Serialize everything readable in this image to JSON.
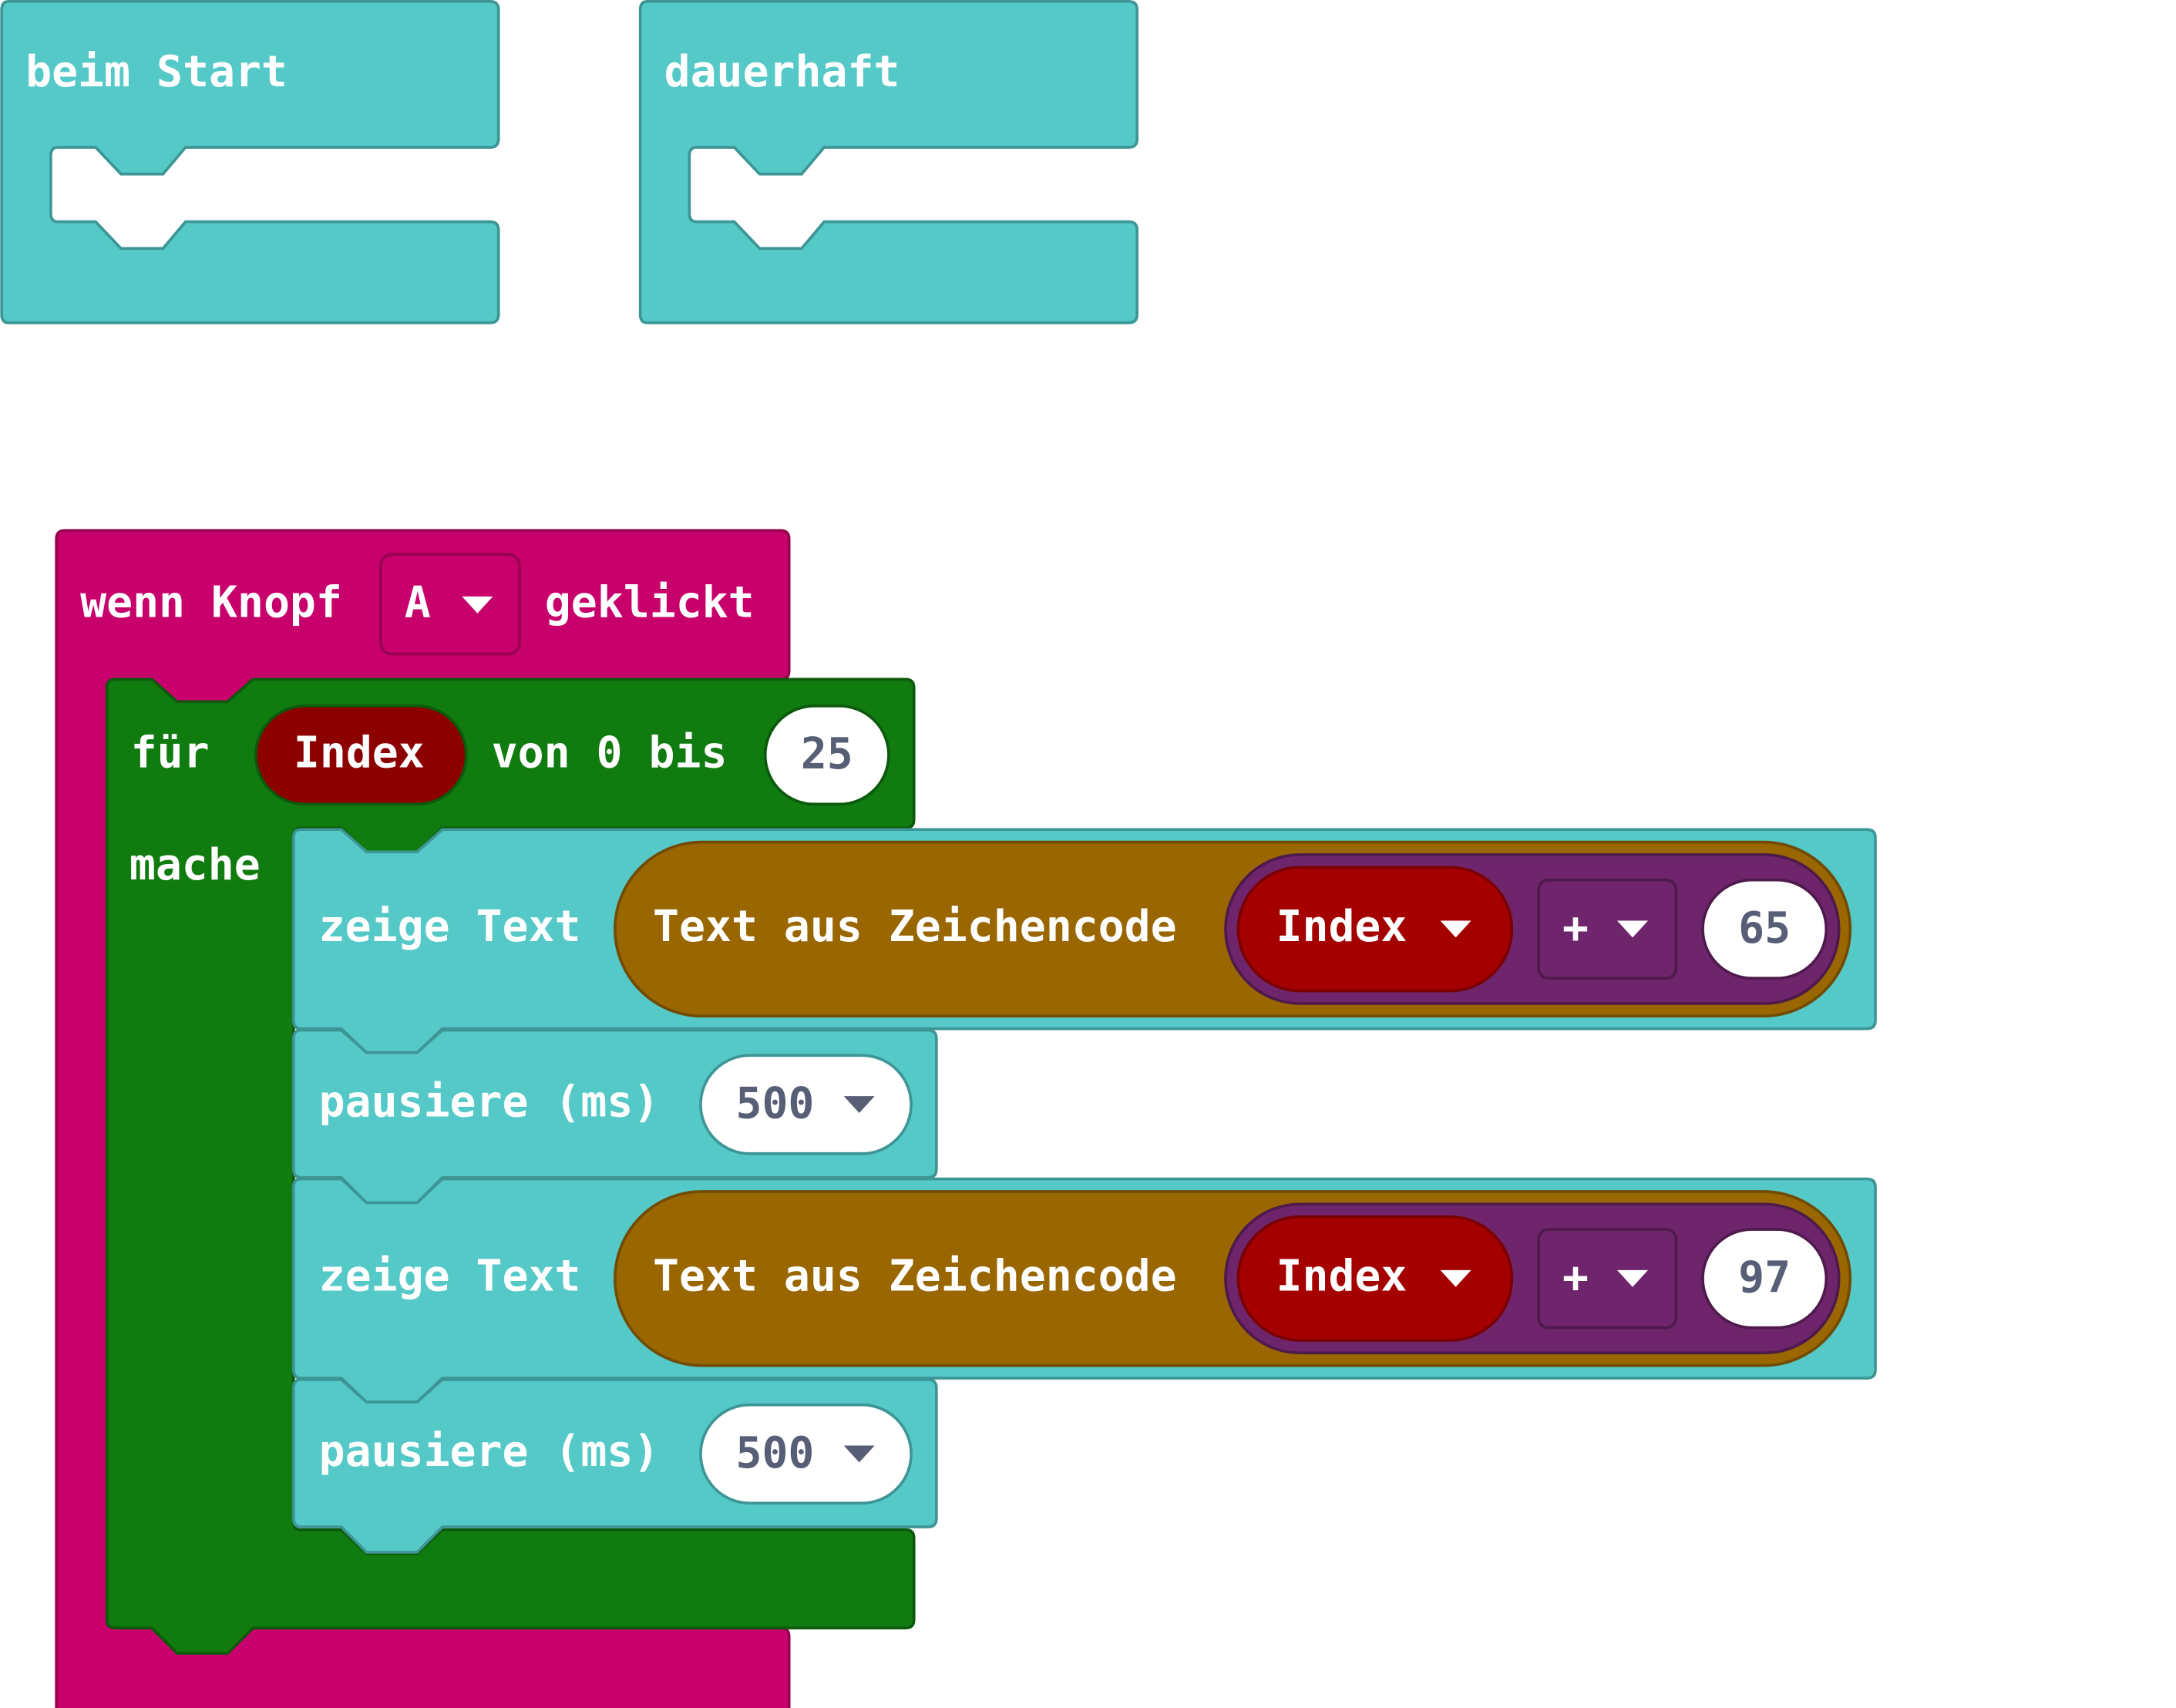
{
  "workspace": {
    "on_start_block": {
      "label": "beim Start"
    },
    "forever_block": {
      "label": "dauerhaft"
    },
    "button_event_block": {
      "label_prefix": "wenn Knopf",
      "button_value": "A",
      "label_suffix": "geklickt",
      "for_loop": {
        "label_for": "für",
        "variable": "Index",
        "label_range": "von 0 bis",
        "end_value": "25",
        "label_do": "mache",
        "statements": [
          {
            "label": "zeige Text",
            "reporter_label": "Text aus Zeichencode",
            "variable": "Index",
            "operator": "+",
            "operand": "65"
          },
          {
            "label": "pausiere (ms)",
            "value": "500"
          },
          {
            "label": "zeige Text",
            "reporter_label": "Text aus Zeichencode",
            "variable": "Index",
            "operator": "+",
            "operand": "97"
          },
          {
            "label": "pausiere (ms)",
            "value": "500"
          }
        ]
      }
    }
  },
  "colors": {
    "basic": "#55c8c8",
    "input": "#c8006c",
    "loops": "#107c10",
    "text": "#996600",
    "math": "#6f256c",
    "variables": "#a50000"
  }
}
